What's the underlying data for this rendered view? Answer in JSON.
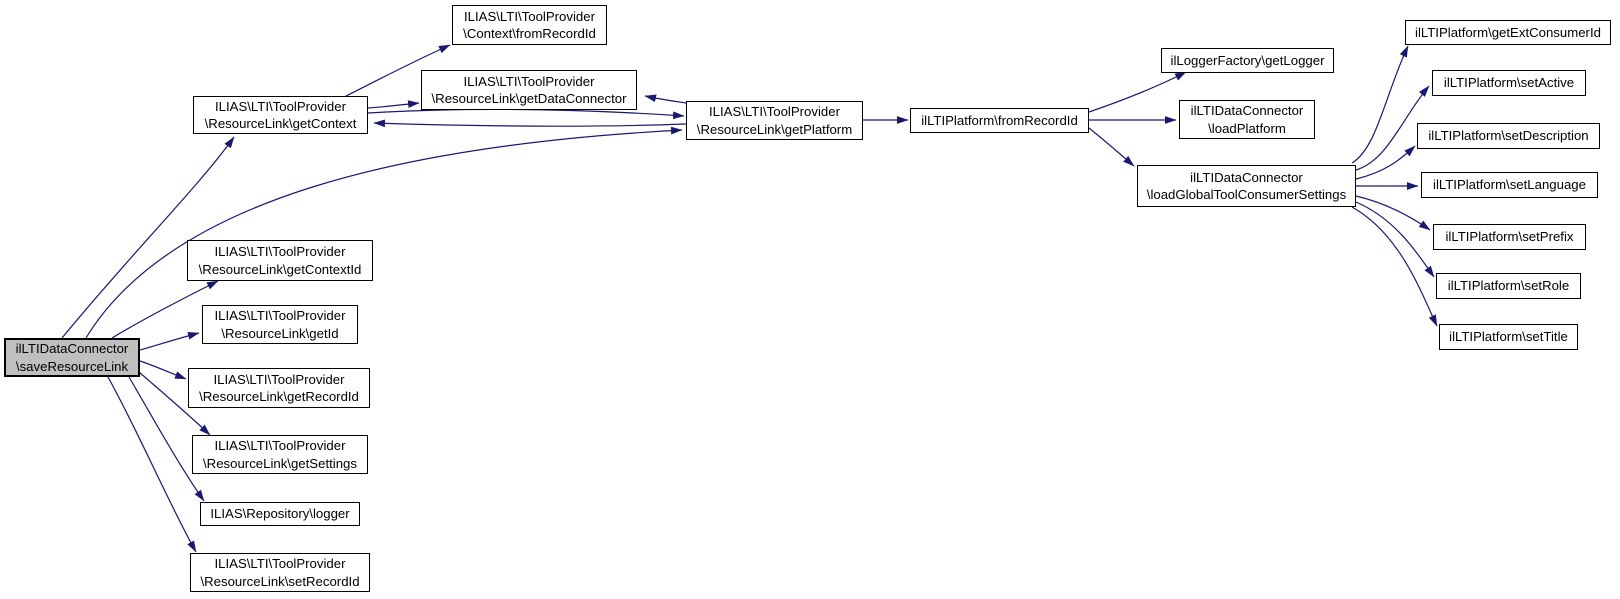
{
  "diagram": {
    "type": "doxygen-call-graph",
    "background_color": "#ffffff",
    "edge_color": "#191970",
    "node_border_color": "#000000",
    "node_fill_color": "#ffffff",
    "root_node_fill_color": "#bfbfbf",
    "nodes": [
      {
        "id": "saveResourceLink",
        "root": true,
        "lines": [
          "ilLTIDataConnector",
          "\\saveResourceLink"
        ]
      },
      {
        "id": "getContext",
        "lines": [
          "ILIAS\\LTI\\ToolProvider",
          "\\ResourceLink\\getContext"
        ]
      },
      {
        "id": "contextFromRecordId",
        "lines": [
          "ILIAS\\LTI\\ToolProvider",
          "\\Context\\fromRecordId"
        ]
      },
      {
        "id": "getDataConnector",
        "lines": [
          "ILIAS\\LTI\\ToolProvider",
          "\\ResourceLink\\getDataConnector"
        ]
      },
      {
        "id": "getContextId",
        "lines": [
          "ILIAS\\LTI\\ToolProvider",
          "\\ResourceLink\\getContextId"
        ]
      },
      {
        "id": "getId",
        "lines": [
          "ILIAS\\LTI\\ToolProvider",
          "\\ResourceLink\\getId"
        ]
      },
      {
        "id": "getRecordId",
        "lines": [
          "ILIAS\\LTI\\ToolProvider",
          "\\ResourceLink\\getRecordId"
        ]
      },
      {
        "id": "getSettings",
        "lines": [
          "ILIAS\\LTI\\ToolProvider",
          "\\ResourceLink\\getSettings"
        ]
      },
      {
        "id": "logger",
        "lines": [
          "ILIAS\\Repository\\logger"
        ]
      },
      {
        "id": "setRecordId",
        "lines": [
          "ILIAS\\LTI\\ToolProvider",
          "\\ResourceLink\\setRecordId"
        ]
      },
      {
        "id": "getPlatform",
        "lines": [
          "ILIAS\\LTI\\ToolProvider",
          "\\ResourceLink\\getPlatform"
        ]
      },
      {
        "id": "platformFromRecordId",
        "lines": [
          "ilLTIPlatform\\fromRecordId"
        ]
      },
      {
        "id": "getLogger",
        "lines": [
          "ilLoggerFactory\\getLogger"
        ]
      },
      {
        "id": "loadPlatform",
        "lines": [
          "ilLTIDataConnector",
          "\\loadPlatform"
        ]
      },
      {
        "id": "loadGlobalToolConsumerSettings",
        "lines": [
          "ilLTIDataConnector",
          "\\loadGlobalToolConsumerSettings"
        ]
      },
      {
        "id": "getExtConsumerId",
        "lines": [
          "ilLTIPlatform\\getExtConsumerId"
        ]
      },
      {
        "id": "setActive",
        "lines": [
          "ilLTIPlatform\\setActive"
        ]
      },
      {
        "id": "setDescription",
        "lines": [
          "ilLTIPlatform\\setDescription"
        ]
      },
      {
        "id": "setLanguage",
        "lines": [
          "ilLTIPlatform\\setLanguage"
        ]
      },
      {
        "id": "setPrefix",
        "lines": [
          "ilLTIPlatform\\setPrefix"
        ]
      },
      {
        "id": "setRole",
        "lines": [
          "ilLTIPlatform\\setRole"
        ]
      },
      {
        "id": "setTitle",
        "lines": [
          "ilLTIPlatform\\setTitle"
        ]
      }
    ],
    "edges": [
      {
        "from": "saveResourceLink",
        "to": "getContext"
      },
      {
        "from": "saveResourceLink",
        "to": "getPlatform"
      },
      {
        "from": "saveResourceLink",
        "to": "getContextId"
      },
      {
        "from": "saveResourceLink",
        "to": "getId"
      },
      {
        "from": "saveResourceLink",
        "to": "getRecordId"
      },
      {
        "from": "saveResourceLink",
        "to": "getSettings"
      },
      {
        "from": "saveResourceLink",
        "to": "logger"
      },
      {
        "from": "saveResourceLink",
        "to": "setRecordId"
      },
      {
        "from": "getContext",
        "to": "contextFromRecordId"
      },
      {
        "from": "getContext",
        "to": "getDataConnector"
      },
      {
        "from": "getContext",
        "to": "getPlatform"
      },
      {
        "from": "getPlatform",
        "to": "getContext"
      },
      {
        "from": "getPlatform",
        "to": "getDataConnector"
      },
      {
        "from": "getPlatform",
        "to": "platformFromRecordId"
      },
      {
        "from": "platformFromRecordId",
        "to": "getLogger"
      },
      {
        "from": "platformFromRecordId",
        "to": "loadPlatform"
      },
      {
        "from": "platformFromRecordId",
        "to": "loadGlobalToolConsumerSettings"
      },
      {
        "from": "loadGlobalToolConsumerSettings",
        "to": "getExtConsumerId"
      },
      {
        "from": "loadGlobalToolConsumerSettings",
        "to": "setActive"
      },
      {
        "from": "loadGlobalToolConsumerSettings",
        "to": "setDescription"
      },
      {
        "from": "loadGlobalToolConsumerSettings",
        "to": "setLanguage"
      },
      {
        "from": "loadGlobalToolConsumerSettings",
        "to": "setPrefix"
      },
      {
        "from": "loadGlobalToolConsumerSettings",
        "to": "setRole"
      },
      {
        "from": "loadGlobalToolConsumerSettings",
        "to": "setTitle"
      }
    ]
  }
}
